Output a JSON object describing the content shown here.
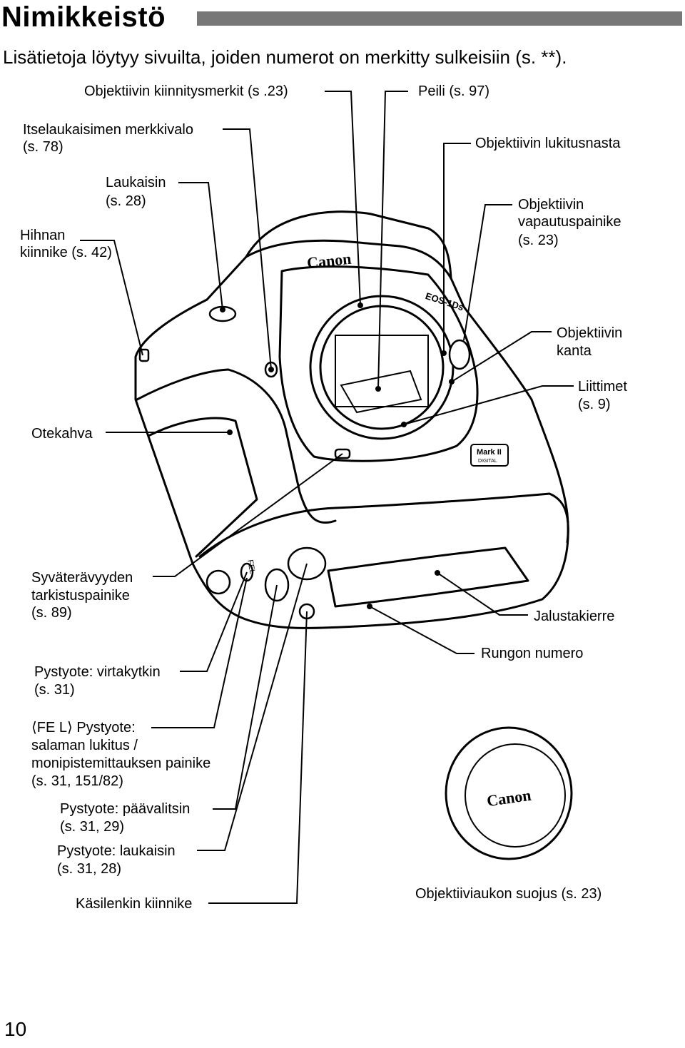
{
  "page": {
    "title": "Nimikkeistö",
    "intro": "Lisätietoja löytyy sivuilta, joiden numerot on merkitty sulkeisiin (s. **).",
    "page_number": "10"
  },
  "camera": {
    "brand_text": "Canon",
    "model_text": "EOS-1Ds",
    "badge_line1": "Mark II",
    "badge_line2": "DIGITAL",
    "fel_mark": "FEL"
  },
  "labels": {
    "mount_marks": "Objektiivin kiinnitysmerkit (s .23)",
    "mirror": "Peili (s. 97)",
    "self_timer_line1": "Itselaukaisimen merkkivalo",
    "self_timer_line2": "(s. 78)",
    "lens_lock_pin": "Objektiivin lukitusnasta",
    "shutter_line1": "Laukaisin",
    "shutter_line2": "(s. 28)",
    "lens_release_line1": "Objektiivin",
    "lens_release_line2": "vapautuspainike",
    "lens_release_line3": "(s. 23)",
    "strap_line1": "Hihnan",
    "strap_line2": "kiinnike (s. 42)",
    "lens_mount_line1": "Objektiivin",
    "lens_mount_line2": "kanta",
    "contacts_line1": "Liittimet",
    "contacts_line2": "(s. 9)",
    "grip": "Otekahva",
    "dof_line1": "Syväterävyyden",
    "dof_line2": "tarkistuspainike",
    "dof_line3": "(s. 89)",
    "tripod": "Jalustakierre",
    "serial": "Rungon numero",
    "vert_power_line1": "Pystyote: virtakytkin",
    "vert_power_line2": "(s. 31)",
    "fel_badge": "⟨FE L⟩",
    "fel_line1": "Pystyote:",
    "fel_line2": "salaman lukitus /",
    "fel_line3": "monipistemittauksen painike",
    "fel_line4": "(s. 31, 151/82)",
    "main_dial_line1": "Pystyote: päävalitsin",
    "main_dial_line2": "(s. 31, 29)",
    "vert_shutter_line1": "Pystyote: laukaisin",
    "vert_shutter_line2": "(s. 31, 28)",
    "hand_strap": "Käsilenkin kiinnike",
    "body_cap_brand": "Canon",
    "body_cap": "Objektiiviaukon suojus (s. 23)"
  }
}
